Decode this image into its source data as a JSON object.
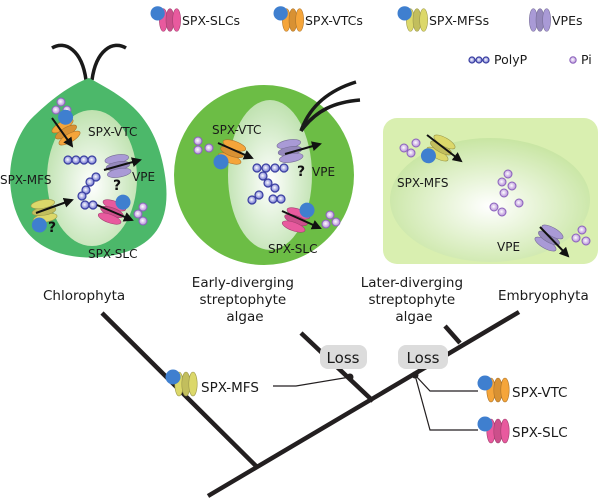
{
  "legend": {
    "items": [
      {
        "key": "slc",
        "label": "SPX-SLCs",
        "color": "#e85a9e",
        "spx": true
      },
      {
        "key": "vtc",
        "label": "SPX-VTCs",
        "color": "#f5a53a",
        "spx": true
      },
      {
        "key": "mfs",
        "label": "SPX-MFSs",
        "color": "#dcd86a",
        "spx": true
      },
      {
        "key": "vpe",
        "label": "VPEs",
        "color": "#a99ad6",
        "spx": false
      }
    ],
    "polyp_label": "PolyP",
    "pi_label": "Pi"
  },
  "cells": {
    "chlorophyta": {
      "labels": {
        "vtc": "SPX-VTC",
        "mfs": "SPX-MFS",
        "vpe": "VPE",
        "slc": "SPX-SLC"
      },
      "question_mark": "?"
    },
    "early": {
      "labels": {
        "vtc": "SPX-VTC",
        "vpe": "VPE",
        "slc": "SPX-SLC"
      },
      "question_mark": "?"
    },
    "later": {
      "labels": {
        "mfs": "SPX-MFS",
        "vpe": "VPE"
      }
    }
  },
  "taxa": {
    "chlorophyta": "Chlorophyta",
    "early": [
      "Early-diverging",
      "streptophyte",
      "algae"
    ],
    "later": [
      "Later-diverging",
      "streptophyte",
      "algae"
    ],
    "embryophyta": "Embryophyta"
  },
  "events": {
    "loss1": "Loss",
    "loss2": "Loss",
    "mfs_label": "SPX-MFS",
    "vtc_label": "SPX-VTC",
    "slc_label": "SPX-SLC"
  },
  "colors": {
    "spx_domain": "#3f7fcf",
    "polyp": "#4a4fb0",
    "pi": "#a77fd0",
    "chloro_cell": "#4cb86a",
    "early_cell": "#6cbd45",
    "later_cell": "#d9efb0",
    "loss_box": "#dcdcdc",
    "tree": "#231f20"
  }
}
